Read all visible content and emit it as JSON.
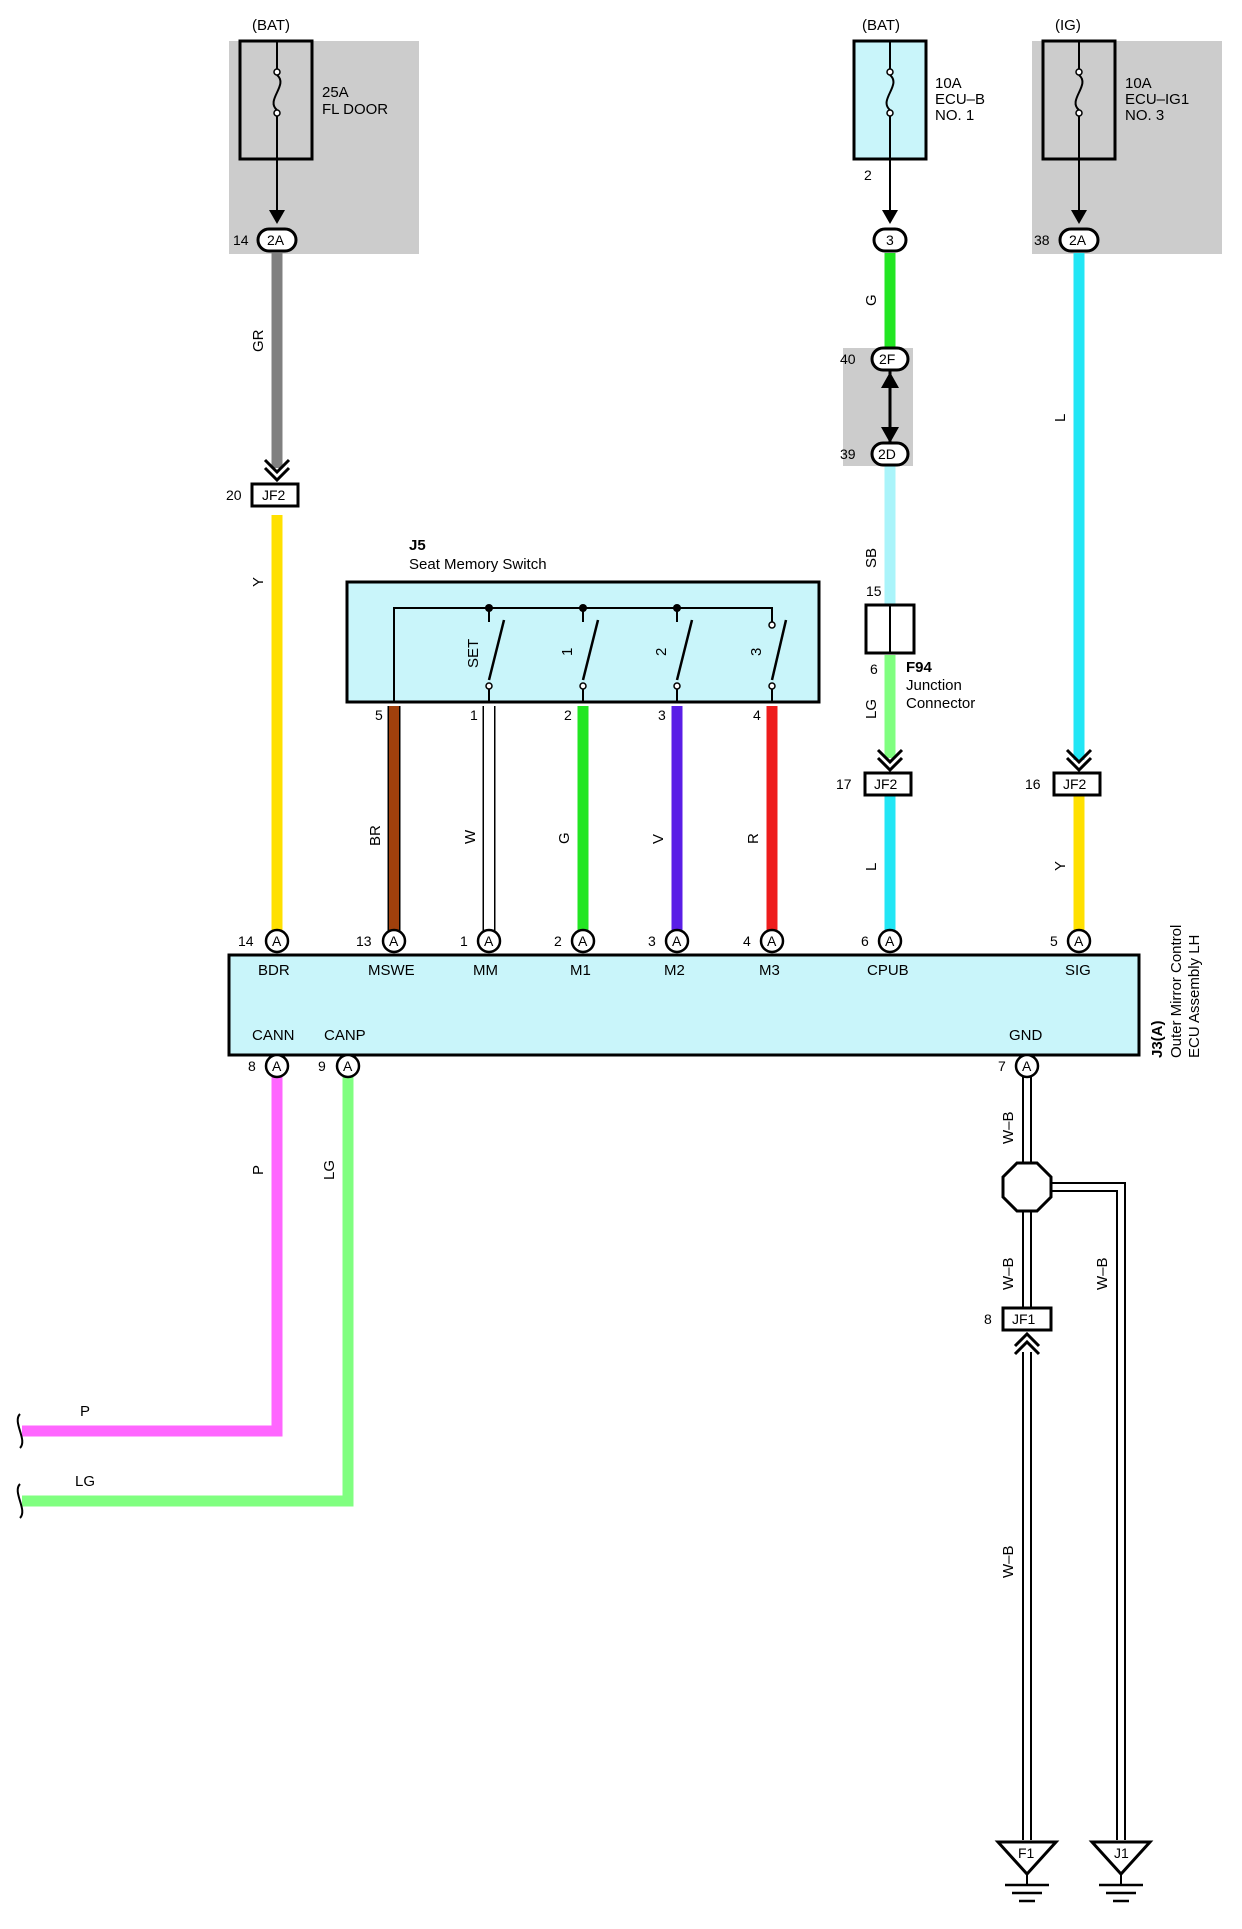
{
  "colors": {
    "GR": "#808080",
    "Y": "#ffe000",
    "BR": "#a0400c",
    "W": "#ffffff",
    "G": "#22e622",
    "V": "#5a1ee6",
    "R": "#ee1c1c",
    "L": "#22e6f5",
    "SB": "#aaf4fa",
    "LG": "#80ff80",
    "P": "#ff66ff",
    "WB": "#ffffff",
    "fuse_fill": "#c9f5fa",
    "ecu_fill": "#c9f5fa",
    "shade": "#cccccc"
  },
  "fuses": [
    {
      "id": "fuse-fl-door",
      "source": "(BAT)",
      "rating": "25A",
      "name": [
        "FL DOOR"
      ],
      "junction_pin": "14",
      "junction": "2A"
    },
    {
      "id": "fuse-ecu-b",
      "source": "(BAT)",
      "rating": "10A",
      "name": [
        "ECU–B",
        "NO. 1"
      ],
      "fuse_pin": "2",
      "junction": "3"
    },
    {
      "id": "fuse-ecu-ig1",
      "source": "(IG)",
      "rating": "10A",
      "name": [
        "ECU–IG1",
        "NO. 3"
      ],
      "junction_pin": "38",
      "junction": "2A"
    }
  ],
  "connectors": {
    "jf2_left": {
      "pin": "20",
      "label": "JF2"
    },
    "jf2_mid": {
      "pin": "17",
      "label": "JF2"
    },
    "jf2_right": {
      "pin": "16",
      "label": "JF2"
    },
    "j2f": {
      "pin": "40",
      "label": "2F"
    },
    "j2d": {
      "pin": "39",
      "label": "2D"
    },
    "jf1": {
      "pin": "8",
      "label": "JF1"
    }
  },
  "junction_connector": {
    "code": "F94",
    "name": [
      "Junction",
      "Connector"
    ],
    "pin_top": "15",
    "pin_bottom": "6"
  },
  "seat_switch": {
    "code": "J5",
    "name": "Seat Memory Switch",
    "switches": [
      "SET",
      "1",
      "2",
      "3"
    ],
    "pins": [
      "5",
      "1",
      "2",
      "3",
      "4"
    ]
  },
  "wire_codes": {
    "gr": "GR",
    "y_left": "Y",
    "br": "BR",
    "w": "W",
    "g_sw": "G",
    "v": "V",
    "r": "R",
    "g_top": "G",
    "sb": "SB",
    "lg_mid": "LG",
    "l_mid": "L",
    "l_right": "L",
    "y_right": "Y",
    "p": "P",
    "lg_can": "LG",
    "p_end": "P",
    "lg_end": "LG",
    "wb_1": "W–B",
    "wb_2": "W–B",
    "wb_3": "W–B",
    "wb_4": "W–B"
  },
  "ecu": {
    "code": "J3(A)",
    "name": [
      "Outer Mirror Control",
      "ECU Assembly LH"
    ],
    "pin_connector": "A",
    "top_pins": [
      {
        "num": "14",
        "term": "BDR"
      },
      {
        "num": "13",
        "term": "MSWE"
      },
      {
        "num": "1",
        "term": "MM"
      },
      {
        "num": "2",
        "term": "M1"
      },
      {
        "num": "3",
        "term": "M2"
      },
      {
        "num": "4",
        "term": "M3"
      },
      {
        "num": "6",
        "term": "CPUB"
      },
      {
        "num": "5",
        "term": "SIG"
      }
    ],
    "bottom_pins": [
      {
        "num": "8",
        "term": "CANN"
      },
      {
        "num": "9",
        "term": "CANP"
      },
      {
        "num": "7",
        "term": "GND"
      }
    ]
  },
  "grounds": [
    "F1",
    "J1"
  ]
}
